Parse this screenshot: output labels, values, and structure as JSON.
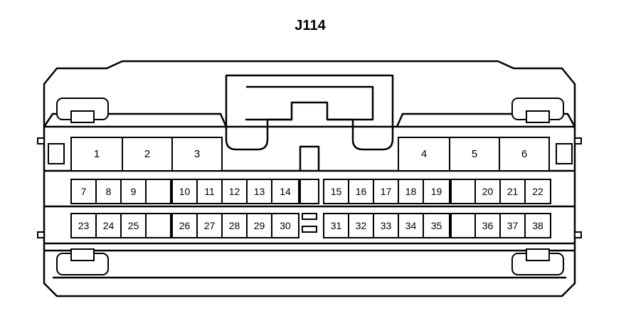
{
  "connector": {
    "title": "J114",
    "large_pins": [
      "1",
      "2",
      "3",
      "4",
      "5",
      "6"
    ],
    "row_top_left": [
      "7",
      "8",
      "9",
      "",
      "10",
      "11",
      "12",
      "13",
      "14"
    ],
    "row_top_right": [
      "15",
      "16",
      "17",
      "18",
      "19",
      "",
      "20",
      "21",
      "22"
    ],
    "row_bottom_left": [
      "23",
      "24",
      "25",
      "",
      "26",
      "27",
      "28",
      "29",
      "30"
    ],
    "row_bottom_right": [
      "31",
      "32",
      "33",
      "34",
      "35",
      "",
      "36",
      "37",
      "38"
    ]
  },
  "colors": {
    "line": "#000000",
    "background": "#ffffff"
  }
}
